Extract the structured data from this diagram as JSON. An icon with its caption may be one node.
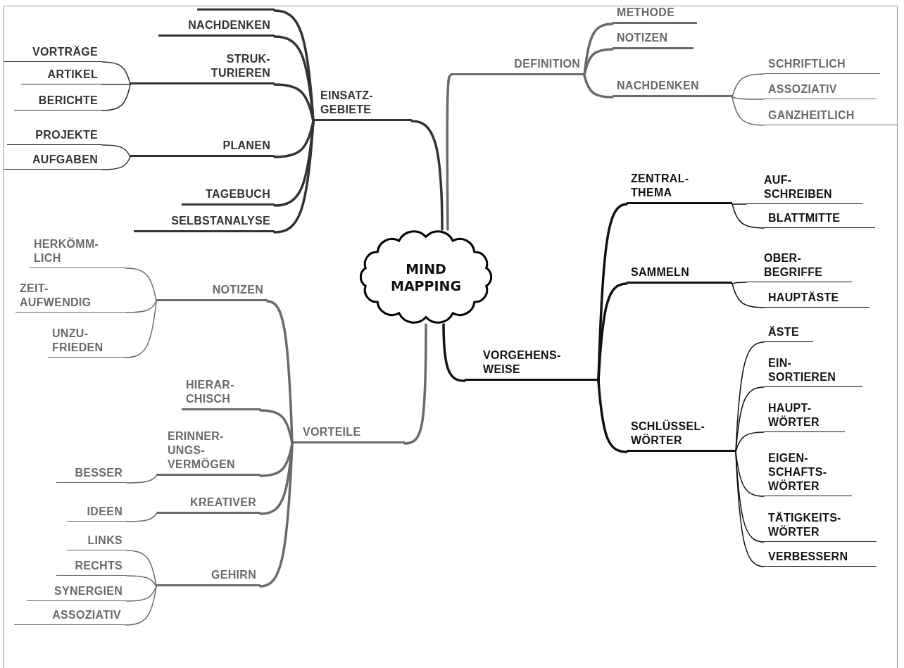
{
  "diagram": {
    "nodes": [
      {
        "text": [
          "MIND MAPPING"
        ]
      },
      {
        "text": [
          "EINSATZ- GEBIETE"
        ]
      },
      {
        "text": [],
        "shape": "line"
      },
      {
        "text": [
          "NACHDENKEN"
        ]
      },
      {
        "text": [
          "STRUK- TURIEREN"
        ]
      },
      {
        "text": [
          "VORTRÄGE"
        ]
      },
      {
        "text": [
          "ARTIKEL"
        ]
      },
      {
        "text": [
          "BERICHTE"
        ]
      },
      {
        "text": [
          "PLANEN"
        ]
      },
      {
        "text": [
          "PROJEKTE"
        ]
      },
      {
        "text": [
          "AUFGABEN"
        ]
      },
      {
        "text": [
          "TAGEBUCH"
        ]
      },
      {
        "text": [
          "SELBSTANALYSE"
        ]
      },
      {
        "text": [
          "DEFINITION"
        ]
      },
      {
        "text": [
          "METHODE"
        ]
      },
      {
        "text": [
          "NOTIZEN"
        ]
      },
      {
        "text": [
          "NACHDENKEN"
        ]
      },
      {
        "text": [
          "SCHRIFTLICH"
        ]
      },
      {
        "text": [
          "ASSOZIATIV"
        ]
      },
      {
        "text": [
          "GANZHEITLICH"
        ]
      },
      {
        "text": [
          "VORGEHENS- WEISE"
        ]
      },
      {
        "text": [
          "ZENTRAL- THEMA"
        ]
      },
      {
        "text": [
          "AUF- SCHREIBEN"
        ]
      },
      {
        "text": [
          "BLATTMITTE"
        ]
      },
      {
        "text": [
          "SAMMELN"
        ]
      },
      {
        "text": [
          "OBER- BEGRIFFE"
        ]
      },
      {
        "text": [
          "HAUPTÄSTE"
        ]
      },
      {
        "text": [
          "SCHLÜSSEL- WÖRTER"
        ]
      },
      {
        "text": [
          "ÄSTE"
        ]
      },
      {
        "text": [
          "EIN- SORTIEREN"
        ]
      },
      {
        "text": [
          "HAUPT- WÖRTER"
        ]
      },
      {
        "text": [
          "EIGEN- SCHAFTS- WÖRTER"
        ]
      },
      {
        "text": [
          "TÄTIGKEITS- WÖRTER"
        ]
      },
      {
        "text": [
          "VERBESSERN"
        ]
      },
      {
        "text": [
          "VORTEILE"
        ]
      },
      {
        "text": [
          "NOTIZEN"
        ]
      },
      {
        "text": [
          "HERKÖMM- LICH"
        ]
      },
      {
        "text": [
          "ZEIT- AUFWENDIG"
        ]
      },
      {
        "text": [
          "UNZU- FRIEDEN"
        ]
      },
      {
        "text": [
          "HIERAR- CHISCH"
        ]
      },
      {
        "text": [
          "ERINNER- UNGS- VERMÖGEN"
        ]
      },
      {
        "text": [
          "BESSER"
        ]
      },
      {
        "text": [
          "KREATIVER"
        ]
      },
      {
        "text": [
          "IDEEN"
        ]
      },
      {
        "text": [
          "GEHIRN"
        ]
      },
      {
        "text": [
          "LINKS"
        ]
      },
      {
        "text": [
          "RECHTS"
        ]
      },
      {
        "text": [
          "SYNERGIEN"
        ]
      },
      {
        "text": [
          "ASSOZIATIV"
        ]
      }
    ],
    "edges": [
      {
        "from": 0,
        "to": 1,
        "arrow": "none",
        "style": "thick",
        "color": "#333333"
      },
      {
        "from": 1,
        "to": 2,
        "arrow": "none",
        "style": "thick",
        "color": "#333333"
      },
      {
        "from": 1,
        "to": 3,
        "arrow": "none",
        "style": "thick",
        "color": "#333333"
      },
      {
        "from": 1,
        "to": 4,
        "arrow": "none",
        "style": "thick",
        "color": "#333333"
      },
      {
        "from": 4,
        "to": 5,
        "arrow": "none",
        "color": "#333333"
      },
      {
        "from": 4,
        "to": 6,
        "arrow": "none",
        "color": "#333333"
      },
      {
        "from": 4,
        "to": 7,
        "arrow": "none",
        "color": "#333333"
      },
      {
        "from": 1,
        "to": 8,
        "arrow": "none",
        "style": "thick",
        "color": "#333333"
      },
      {
        "from": 8,
        "to": 9,
        "arrow": "none",
        "color": "#333333"
      },
      {
        "from": 8,
        "to": 10,
        "arrow": "none",
        "color": "#333333"
      },
      {
        "from": 1,
        "to": 11,
        "arrow": "none",
        "style": "thick",
        "color": "#333333"
      },
      {
        "from": 1,
        "to": 12,
        "arrow": "none",
        "style": "thick",
        "color": "#333333"
      },
      {
        "from": 0,
        "to": 13,
        "arrow": "none",
        "style": "thick"
      },
      {
        "from": 13,
        "to": 14,
        "arrow": "none",
        "style": "thick"
      },
      {
        "from": 13,
        "to": 15,
        "arrow": "none",
        "style": "thick"
      },
      {
        "from": 13,
        "to": 16,
        "arrow": "none",
        "style": "thick"
      },
      {
        "from": 16,
        "to": 17,
        "arrow": "none"
      },
      {
        "from": 16,
        "to": 18,
        "arrow": "none"
      },
      {
        "from": 16,
        "to": 19,
        "arrow": "none"
      },
      {
        "from": 0,
        "to": 20,
        "arrow": "none",
        "style": "thick",
        "color": "#111111"
      },
      {
        "from": 20,
        "to": 21,
        "arrow": "none",
        "style": "thick",
        "color": "#111111"
      },
      {
        "from": 21,
        "to": 22,
        "arrow": "none",
        "color": "#111111"
      },
      {
        "from": 21,
        "to": 23,
        "arrow": "none",
        "color": "#111111"
      },
      {
        "from": 20,
        "to": 24,
        "arrow": "none",
        "style": "thick",
        "color": "#111111"
      },
      {
        "from": 24,
        "to": 25,
        "arrow": "none",
        "color": "#111111"
      },
      {
        "from": 24,
        "to": 26,
        "arrow": "none",
        "color": "#111111"
      },
      {
        "from": 20,
        "to": 27,
        "arrow": "none",
        "style": "thick",
        "color": "#111111"
      },
      {
        "from": 27,
        "to": 28,
        "arrow": "none",
        "color": "#111111"
      },
      {
        "from": 27,
        "to": 29,
        "arrow": "none",
        "color": "#111111"
      },
      {
        "from": 27,
        "to": 30,
        "arrow": "none",
        "color": "#111111"
      },
      {
        "from": 27,
        "to": 31,
        "arrow": "none",
        "color": "#111111"
      },
      {
        "from": 27,
        "to": 32,
        "arrow": "none",
        "color": "#111111"
      },
      {
        "from": 27,
        "to": 33,
        "arrow": "none",
        "color": "#111111"
      },
      {
        "from": 0,
        "to": 34,
        "arrow": "none",
        "style": "thick"
      },
      {
        "from": 34,
        "to": 35,
        "arrow": "none",
        "style": "thick"
      },
      {
        "from": 35,
        "to": 36,
        "arrow": "none"
      },
      {
        "from": 35,
        "to": 37,
        "arrow": "none"
      },
      {
        "from": 35,
        "to": 38,
        "arrow": "none"
      },
      {
        "from": 34,
        "to": 39,
        "arrow": "none",
        "style": "thick"
      },
      {
        "from": 34,
        "to": 40,
        "arrow": "none",
        "style": "thick"
      },
      {
        "from": 40,
        "to": 41,
        "arrow": "none"
      },
      {
        "from": 34,
        "to": 42,
        "arrow": "none",
        "style": "thick"
      },
      {
        "from": 42,
        "to": 43,
        "arrow": "none"
      },
      {
        "from": 34,
        "to": 44,
        "arrow": "none",
        "style": "thick"
      },
      {
        "from": 44,
        "to": 45,
        "arrow": "none"
      },
      {
        "from": 44,
        "to": 46,
        "arrow": "none"
      },
      {
        "from": 44,
        "to": 47,
        "arrow": "none"
      },
      {
        "from": 44,
        "to": 48,
        "arrow": "none"
      }
    ]
  }
}
